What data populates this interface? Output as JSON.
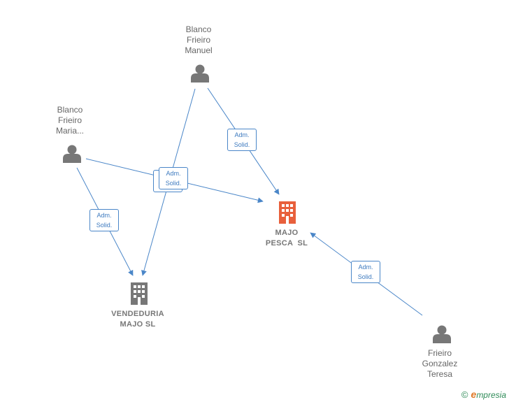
{
  "nodes": {
    "blanco_manuel": {
      "lines": [
        "Blanco",
        "Frieiro",
        "Manuel"
      ]
    },
    "blanco_maria": {
      "lines": [
        "Blanco",
        "Frieiro",
        "Maria..."
      ]
    },
    "frieiro_teresa": {
      "lines": [
        "Frieiro",
        "Gonzalez",
        "Teresa"
      ]
    },
    "majo_pesca": {
      "lines": [
        "MAJO",
        "PESCA  SL"
      ]
    },
    "vendeduria": {
      "lines": [
        "VENDEDURIA",
        "MAJO SL"
      ]
    }
  },
  "relations": {
    "r1": {
      "lines": [
        "Adm.",
        "Solid."
      ]
    },
    "r2": {
      "lines": [
        "Adm.",
        "Solid."
      ]
    },
    "r3": {
      "lines": [
        "Adm.",
        "Solid."
      ]
    },
    "r4": {
      "lines": [
        "Adm.",
        "Solid."
      ]
    },
    "r5": {
      "lines": [
        "Adm.",
        "Solid."
      ]
    }
  },
  "brand": {
    "copyright": "©",
    "initial": "e",
    "rest": "mpresia"
  },
  "colors": {
    "edge": "#4a86c8",
    "person_icon": "#777777",
    "highlight_company": "#e8603c",
    "company": "#777777"
  },
  "icons": {
    "person": "person-icon",
    "company": "building-icon"
  }
}
